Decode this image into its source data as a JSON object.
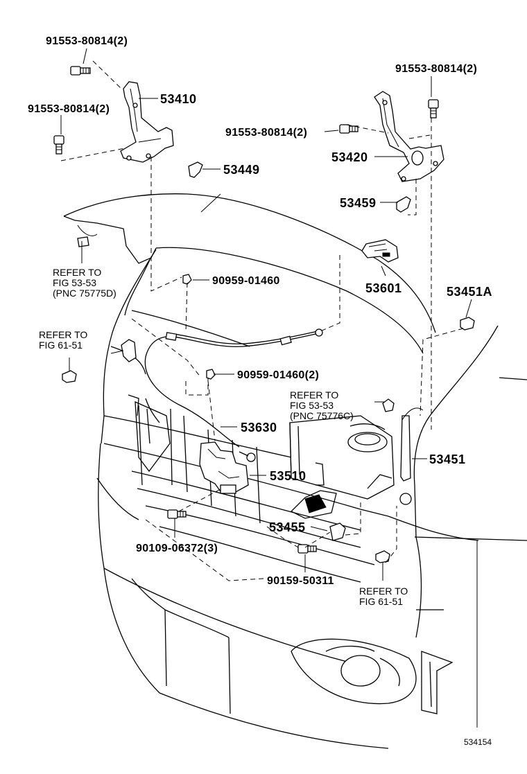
{
  "labels": {
    "bolt_top_left": "91553-80814(2)",
    "bolt_mid_left": "91553-80814(2)",
    "bolt_top_right": "91553-80814(2)",
    "bolt_mid_right": "91553-80814(2)",
    "hinge_left": "53410",
    "hinge_right": "53420",
    "seal_left": "53449",
    "seal_right": "53459",
    "clip_upper": "90959-01460",
    "clip_lower": "90959-01460(2)",
    "cable": "53630",
    "lock": "53510",
    "handle": "53601",
    "support_rod": "53451",
    "cushion": "53451A",
    "catch": "53455",
    "bolt_lock": "90109-06372(3)",
    "bolt_catch": "90159-50311"
  },
  "refs": {
    "ref_hood_1": "REFER TO",
    "ref_hood_2": "FIG  53-53",
    "ref_hood_3": "(PNC 75775D)",
    "ref_left_1": "REFER TO",
    "ref_left_2": "FIG  61-51",
    "ref_center_1": "REFER TO",
    "ref_center_2": "FIG  53-53",
    "ref_center_3": "(PNC 75776C)",
    "ref_bottom_1": "REFER TO",
    "ref_bottom_2": "FIG  61-51"
  },
  "figure_number": "534154"
}
